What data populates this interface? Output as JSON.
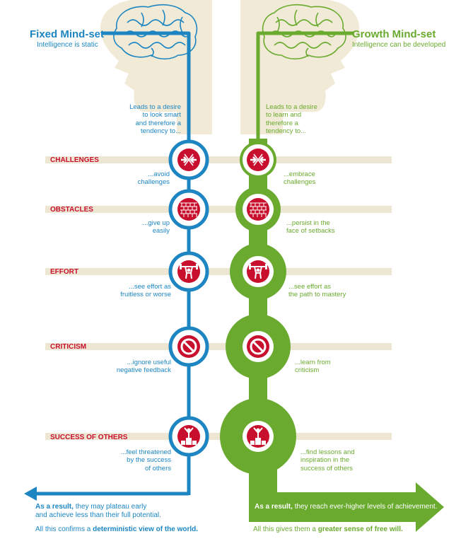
{
  "fixed": {
    "title": "Fixed Mind-set",
    "subtitle": "Intelligence is static",
    "lead": "Leads to a desire\nto look smart\nand therefore a\ntendency to...",
    "result_bold": "As a result,",
    "result_rest": "they may plateau early",
    "result_line2": "and achieve less than their full potential.",
    "confirm_prefix": "All this confirms a",
    "confirm_bold": "deterministic view of the world."
  },
  "growth": {
    "title": "Growth Mind-set",
    "subtitle": "Intelligence can be developed",
    "lead": "Leads to a desire\nto learn and\ntherefore a\ntendency to...",
    "result_bold": "As a result,",
    "result_rest": "they reach ever-higher levels of achievement.",
    "confirm_prefix": "All this gives them a",
    "confirm_bold": "greater sense of free will."
  },
  "rows": [
    {
      "label": "CHALLENGES",
      "fixed": "...avoid\nchallenges",
      "growth": "...embrace\nchallenges",
      "icon": "arrows-blocked-icon"
    },
    {
      "label": "OBSTACLES",
      "fixed": "...give up\neasily",
      "growth": "...persist in the\nface of setbacks",
      "icon": "brick-wall-icon"
    },
    {
      "label": "EFFORT",
      "fixed": "...see effort as\nfruitless or worse",
      "growth": "...see effort as\nthe path to mastery",
      "icon": "weightlifter-icon"
    },
    {
      "label": "CRITICISM",
      "fixed": "...ignore useful\nnegative feedback",
      "growth": "...learn from\ncriticism",
      "icon": "prohibited-icon"
    },
    {
      "label": "SUCCESS OF OTHERS",
      "fixed": "...feel threatened\nby the success\nof others",
      "growth": "...find lessons and\ninspiration in the\nsuccess of others",
      "icon": "podium-winner-icon"
    }
  ],
  "colors": {
    "fixed": "#1d86c2",
    "growth": "#6aaa2f",
    "icon_red": "#c8102e",
    "band": "#ece6d2",
    "head": "#f1ead6"
  }
}
